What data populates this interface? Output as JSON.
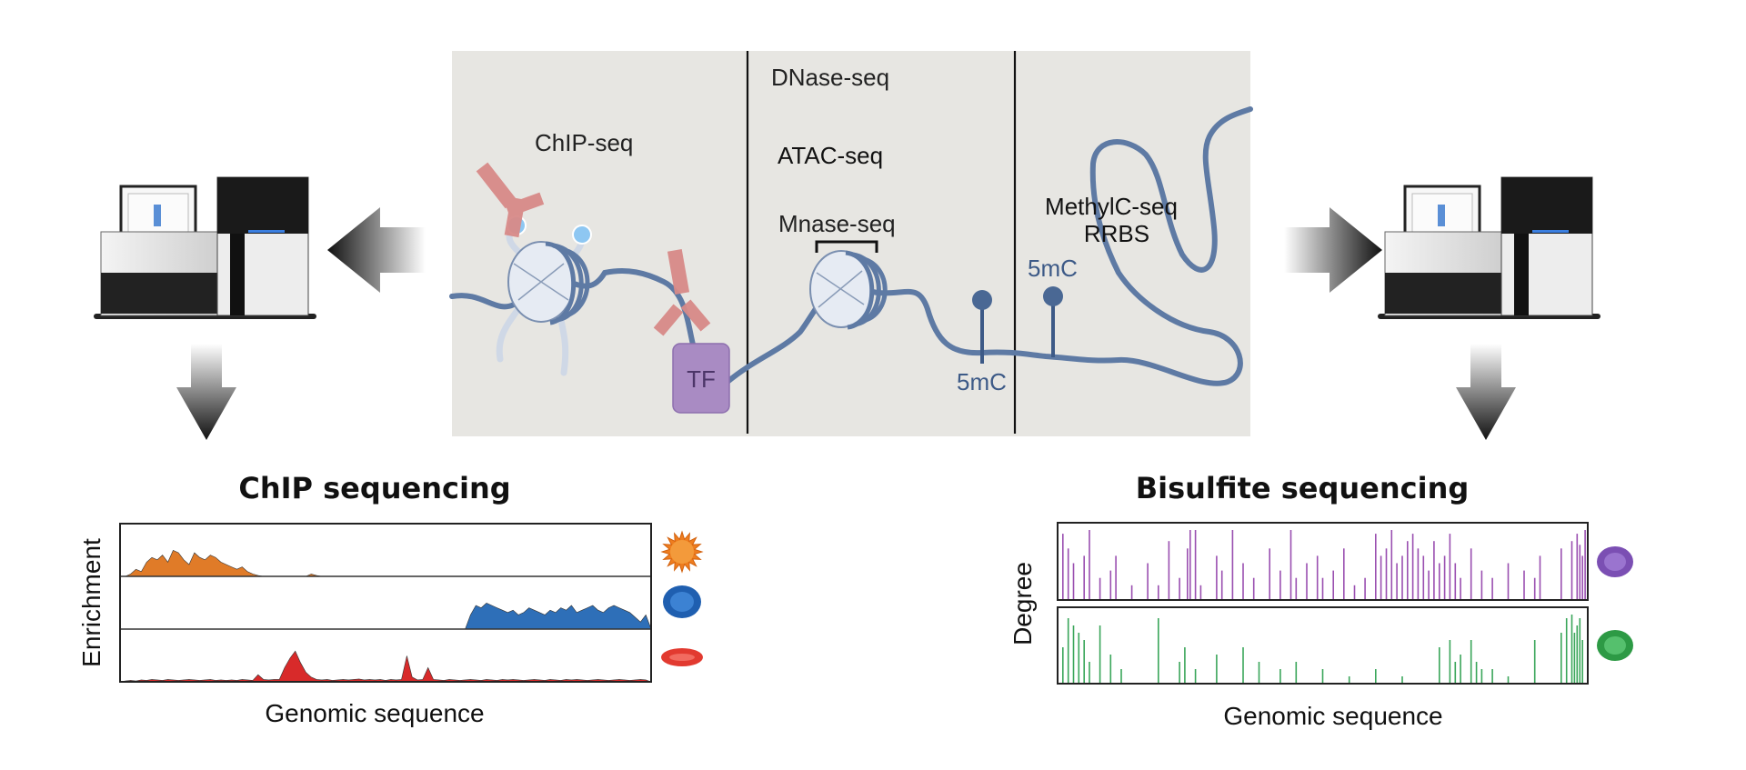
{
  "center_panel": {
    "labels": {
      "chip": "ChIP-seq",
      "dnase": "DNase-seq",
      "atac": "ATAC-seq",
      "mnase": "Mnase-seq",
      "methylc": "MethylC-seq",
      "rrbs": "RRBS",
      "tf": "TF",
      "mc_a": "5mC",
      "mc_b": "5mC"
    },
    "colors": {
      "background": "#e7e6e2",
      "dna": "#5e7aa4",
      "antibody": "#d88a88",
      "tf_box": "#a98bc3",
      "nucleosome": "#e6ebf3",
      "ball": "#8ec7f2"
    }
  },
  "left_branch": {
    "title": "ChIP sequencing",
    "ylabel": "Enrichment",
    "xlabel": "Genomic sequence",
    "icons": [
      "sun-cell-icon",
      "round-cell-icon",
      "red-blood-cell-icon"
    ]
  },
  "right_branch": {
    "title": "Bisulfite sequencing",
    "ylabel": "Degree",
    "xlabel": "Genomic sequence",
    "icons": [
      "purple-cell-icon",
      "green-cell-icon"
    ]
  },
  "chart_data": [
    {
      "type": "area",
      "title": "ChIP sequencing",
      "xlabel": "Genomic sequence",
      "ylabel": "Enrichment",
      "x": [
        0,
        0.01,
        0.02,
        0.03,
        0.04,
        0.05,
        0.06,
        0.07,
        0.08,
        0.09,
        0.1,
        0.11,
        0.12,
        0.13,
        0.14,
        0.15,
        0.16,
        0.17,
        0.18,
        0.19,
        0.2,
        0.21,
        0.22,
        0.23,
        0.24,
        0.25,
        0.26,
        0.27,
        0.28,
        0.29,
        0.3,
        0.31,
        0.32,
        0.33,
        0.34,
        0.35,
        0.36,
        0.37,
        0.38,
        0.39,
        0.4,
        0.41,
        0.42,
        0.43,
        0.44,
        0.45,
        0.46,
        0.47,
        0.48,
        0.49,
        0.5,
        0.51,
        0.52,
        0.53,
        0.54,
        0.55,
        0.56,
        0.57,
        0.58,
        0.59,
        0.6,
        0.61,
        0.62,
        0.63,
        0.64,
        0.65,
        0.66,
        0.67,
        0.68,
        0.69,
        0.7,
        0.71,
        0.72,
        0.73,
        0.74,
        0.75,
        0.76,
        0.77,
        0.78,
        0.79,
        0.8,
        0.81,
        0.82,
        0.83,
        0.84,
        0.85,
        0.86,
        0.87,
        0.88,
        0.89,
        0.9,
        0.91,
        0.92,
        0.93,
        0.94,
        0.95,
        0.96,
        0.97,
        0.98,
        0.99,
        1
      ],
      "series": [
        {
          "color": "#e07b28",
          "values": [
            0,
            0,
            0.05,
            0.15,
            0.1,
            0.3,
            0.4,
            0.35,
            0.45,
            0.3,
            0.55,
            0.5,
            0.35,
            0.25,
            0.5,
            0.4,
            0.35,
            0.45,
            0.4,
            0.3,
            0.25,
            0.2,
            0.15,
            0.2,
            0.1,
            0.05,
            0.02,
            0,
            0,
            0,
            0,
            0,
            0,
            0,
            0,
            0,
            0.05,
            0.02,
            0,
            0,
            0,
            0,
            0,
            0,
            0,
            0,
            0,
            0,
            0,
            0,
            0,
            0,
            0,
            0,
            0,
            0,
            0,
            0,
            0,
            0,
            0,
            0,
            0,
            0,
            0,
            0,
            0,
            0,
            0,
            0,
            0,
            0,
            0,
            0,
            0,
            0,
            0,
            0,
            0,
            0,
            0,
            0,
            0,
            0,
            0,
            0,
            0,
            0,
            0,
            0,
            0,
            0,
            0,
            0,
            0,
            0,
            0,
            0,
            0,
            0,
            0
          ]
        },
        {
          "color": "#2e6fb8",
          "values": [
            0,
            0,
            0,
            0,
            0,
            0,
            0,
            0,
            0,
            0,
            0,
            0,
            0,
            0,
            0,
            0,
            0,
            0,
            0,
            0,
            0,
            0,
            0,
            0,
            0,
            0,
            0,
            0,
            0,
            0,
            0,
            0,
            0,
            0,
            0,
            0,
            0,
            0,
            0,
            0,
            0,
            0,
            0,
            0,
            0,
            0,
            0,
            0,
            0,
            0,
            0,
            0,
            0,
            0,
            0,
            0,
            0,
            0,
            0,
            0,
            0,
            0,
            0,
            0,
            0,
            0,
            0.3,
            0.5,
            0.45,
            0.55,
            0.5,
            0.45,
            0.4,
            0.35,
            0.4,
            0.3,
            0.35,
            0.45,
            0.4,
            0.35,
            0.3,
            0.4,
            0.35,
            0.45,
            0.4,
            0.5,
            0.35,
            0.4,
            0.45,
            0.5,
            0.4,
            0.35,
            0.45,
            0.5,
            0.45,
            0.4,
            0.35,
            0.25,
            0.15,
            0.3,
            0
          ]
        },
        {
          "color": "#d82a2a",
          "values": [
            0,
            0.02,
            0.03,
            0.02,
            0.04,
            0.03,
            0.05,
            0.04,
            0.03,
            0.05,
            0.04,
            0.03,
            0.04,
            0.05,
            0.04,
            0.03,
            0.04,
            0.05,
            0.03,
            0.04,
            0.03,
            0.04,
            0.03,
            0.05,
            0.04,
            0.03,
            0.15,
            0.05,
            0.04,
            0.05,
            0.05,
            0.3,
            0.5,
            0.65,
            0.4,
            0.2,
            0.1,
            0.05,
            0.04,
            0.05,
            0.03,
            0.04,
            0.05,
            0.04,
            0.05,
            0.06,
            0.04,
            0.05,
            0.04,
            0.05,
            0.03,
            0.05,
            0.04,
            0.05,
            0.55,
            0.1,
            0.04,
            0.05,
            0.3,
            0.05,
            0.04,
            0.03,
            0.05,
            0.04,
            0.03,
            0.04,
            0.05,
            0.04,
            0.03,
            0.05,
            0.04,
            0.03,
            0.05,
            0.04,
            0.05,
            0.04,
            0.03,
            0.04,
            0.05,
            0.04,
            0.03,
            0.05,
            0.04,
            0.03,
            0.05,
            0.04,
            0.05,
            0.04,
            0.03,
            0.04,
            0.05,
            0.04,
            0.03,
            0.04,
            0.05,
            0.04,
            0.03,
            0.04,
            0.05,
            0.04,
            0
          ]
        }
      ]
    },
    {
      "type": "bar",
      "title": "Bisulfite sequencing",
      "xlabel": "Genomic sequence",
      "ylabel": "Degree",
      "series": [
        {
          "color": "#9a4fb0",
          "x": [
            0.01,
            0.02,
            0.03,
            0.05,
            0.06,
            0.08,
            0.1,
            0.11,
            0.14,
            0.17,
            0.19,
            0.21,
            0.23,
            0.25,
            0.245,
            0.26,
            0.27,
            0.3,
            0.31,
            0.33,
            0.35,
            0.37,
            0.4,
            0.42,
            0.44,
            0.45,
            0.47,
            0.49,
            0.5,
            0.52,
            0.54,
            0.56,
            0.58,
            0.6,
            0.61,
            0.62,
            0.63,
            0.64,
            0.65,
            0.66,
            0.67,
            0.68,
            0.69,
            0.7,
            0.71,
            0.72,
            0.73,
            0.74,
            0.75,
            0.76,
            0.78,
            0.8,
            0.82,
            0.85,
            0.88,
            0.9,
            0.91,
            0.95,
            0.97,
            0.98,
            0.985,
            0.99,
            0.995
          ],
          "values": [
            0.9,
            0.7,
            0.5,
            0.6,
            0.95,
            0.3,
            0.4,
            0.6,
            0.2,
            0.5,
            0.2,
            0.8,
            0.3,
            0.95,
            0.7,
            0.95,
            0.2,
            0.6,
            0.4,
            0.95,
            0.5,
            0.3,
            0.7,
            0.4,
            0.95,
            0.3,
            0.5,
            0.6,
            0.3,
            0.4,
            0.7,
            0.2,
            0.3,
            0.9,
            0.6,
            0.7,
            0.95,
            0.5,
            0.6,
            0.8,
            0.9,
            0.7,
            0.6,
            0.4,
            0.8,
            0.5,
            0.6,
            0.9,
            0.5,
            0.3,
            0.7,
            0.4,
            0.3,
            0.5,
            0.4,
            0.3,
            0.6,
            0.7,
            0.8,
            0.9,
            0.75,
            0.6,
            0.95
          ]
        },
        {
          "color": "#3aa65a",
          "x": [
            0.01,
            0.02,
            0.03,
            0.04,
            0.05,
            0.06,
            0.08,
            0.1,
            0.12,
            0.19,
            0.23,
            0.24,
            0.26,
            0.3,
            0.35,
            0.38,
            0.42,
            0.45,
            0.5,
            0.55,
            0.6,
            0.65,
            0.72,
            0.74,
            0.75,
            0.76,
            0.78,
            0.79,
            0.8,
            0.82,
            0.85,
            0.9,
            0.95,
            0.96,
            0.97,
            0.975,
            0.98,
            0.985,
            0.99
          ],
          "values": [
            0.5,
            0.9,
            0.8,
            0.7,
            0.6,
            0.3,
            0.8,
            0.4,
            0.2,
            0.9,
            0.3,
            0.5,
            0.2,
            0.4,
            0.5,
            0.3,
            0.2,
            0.3,
            0.2,
            0.1,
            0.2,
            0.1,
            0.5,
            0.6,
            0.3,
            0.4,
            0.6,
            0.3,
            0.2,
            0.2,
            0.1,
            0.6,
            0.7,
            0.9,
            0.95,
            0.7,
            0.8,
            0.9,
            0.6
          ]
        }
      ]
    }
  ]
}
